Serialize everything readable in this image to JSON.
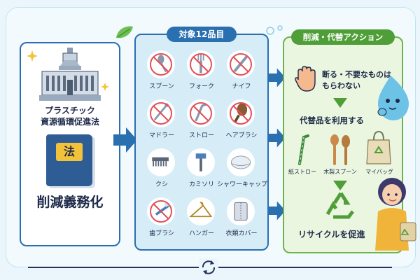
{
  "left": {
    "law_line1": "プラスチック",
    "law_line2": "資源循環促進法",
    "book_label": "法",
    "duty": "削減義務化"
  },
  "center": {
    "header": "対象12品目",
    "items": [
      {
        "label": "スプーン",
        "icon": "spoon-icon"
      },
      {
        "label": "フォーク",
        "icon": "fork-icon"
      },
      {
        "label": "ナイフ",
        "icon": "knife-icon"
      },
      {
        "label": "マドラー",
        "icon": "stirrer-icon"
      },
      {
        "label": "ストロー",
        "icon": "straw-icon"
      },
      {
        "label": "ヘアブラシ",
        "icon": "hairbrush-icon"
      },
      {
        "label": "クシ",
        "icon": "comb-icon"
      },
      {
        "label": "カミソリ",
        "icon": "razor-icon"
      },
      {
        "label": "シャワーキャップ",
        "icon": "shower-cap-icon"
      },
      {
        "label": "歯ブラシ",
        "icon": "toothbrush-icon"
      },
      {
        "label": "ハンガー",
        "icon": "hanger-icon"
      },
      {
        "label": "衣類カバー",
        "icon": "garment-cover-icon"
      }
    ]
  },
  "right": {
    "header": "削減・代替アクション",
    "refuse_line1": "断る・不要なものは",
    "refuse_line2": "もらわない",
    "alt_title": "代替品を利用する",
    "alt_items": [
      "紙ストロー",
      "木製スプーン",
      "マイバッグ"
    ],
    "recycle": "リサイクルを促進"
  },
  "colors": {
    "navy": "#1e2a4a",
    "blue": "#2a6fb0",
    "green": "#4f9e37",
    "prohibit_red": "#e2505a"
  }
}
